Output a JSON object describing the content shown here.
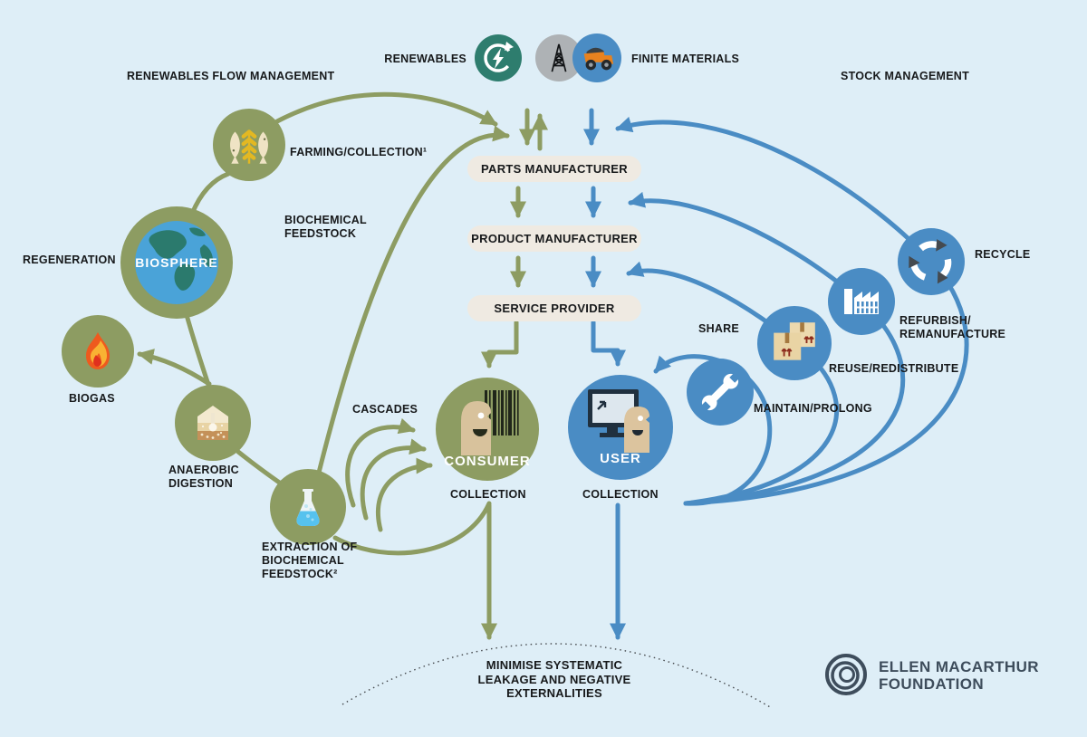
{
  "colors": {
    "background": "#deeef7",
    "green": "#8d9c62",
    "blue": "#4a8cc4",
    "teal": "#2e7d6e",
    "gray": "#aeb2b5",
    "orange": "#e8821f",
    "pill_bg": "#efeae2",
    "text": "#17191b",
    "logo": "#3e4d5c"
  },
  "top": {
    "renewables_flow_management": "RENEWABLES FLOW MANAGEMENT",
    "stock_management": "STOCK MANAGEMENT",
    "renewables": "RENEWABLES",
    "finite_materials": "FINITE MATERIALS"
  },
  "center": {
    "parts_manufacturer": "PARTS MANUFACTURER",
    "product_manufacturer": "PRODUCT MANUFACTURER",
    "service_provider": "SERVICE PROVIDER",
    "consumer": "CONSUMER",
    "user": "USER",
    "collection_left": "COLLECTION",
    "collection_right": "COLLECTION"
  },
  "left_cycle": {
    "farming_collection": "FARMING/COLLECTION¹",
    "biochemical_feedstock_line1": "BIOCHEMICAL",
    "biochemical_feedstock_line2": "FEEDSTOCK",
    "regeneration": "REGENERATION",
    "biosphere": "BIOSPHERE",
    "biogas": "BIOGAS",
    "anaerobic_line1": "ANAEROBIC",
    "anaerobic_line2": "DIGESTION",
    "extraction_line1": "EXTRACTION OF",
    "extraction_line2": "BIOCHEMICAL",
    "extraction_line3": "FEEDSTOCK²",
    "cascades": "CASCADES"
  },
  "right_cycle": {
    "share": "SHARE",
    "maintain_prolong": "MAINTAIN/PROLONG",
    "reuse_redistribute": "REUSE/REDISTRIBUTE",
    "refurbish_line1": "REFURBISH/",
    "refurbish_line2": "REMANUFACTURE",
    "recycle": "RECYCLE"
  },
  "bottom": {
    "minimise_line1": "MINIMISE SYSTEMATIC",
    "minimise_line2": "LEAKAGE AND NEGATIVE",
    "minimise_line3": "EXTERNALITIES"
  },
  "logo": {
    "line1": "ELLEN MACARTHUR",
    "line2": "FOUNDATION"
  }
}
